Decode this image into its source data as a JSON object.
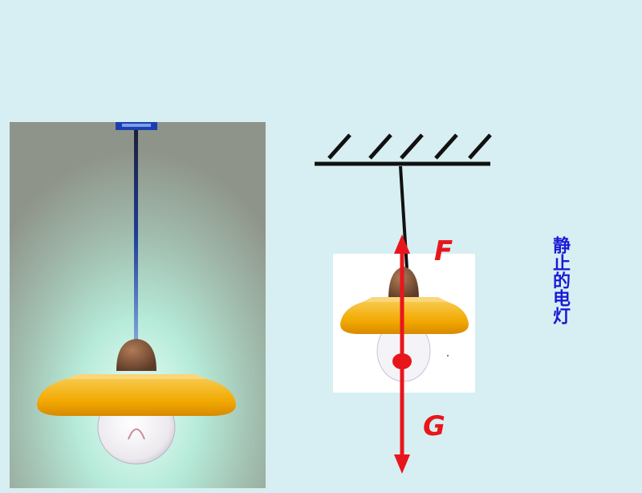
{
  "labels": {
    "force_up": "F",
    "force_down": "G",
    "caption": "静止的电灯"
  },
  "colors": {
    "background": "#d7eff2",
    "force_arrow": "#e8161b",
    "caption": "#1a1ad8",
    "shade": "#f5b400",
    "socket": "#8a5a3c"
  },
  "icons": {
    "photo": "hanging-lamp-photo",
    "ceiling": "ceiling-hatch-icon",
    "lamp": "lamp-icon"
  }
}
